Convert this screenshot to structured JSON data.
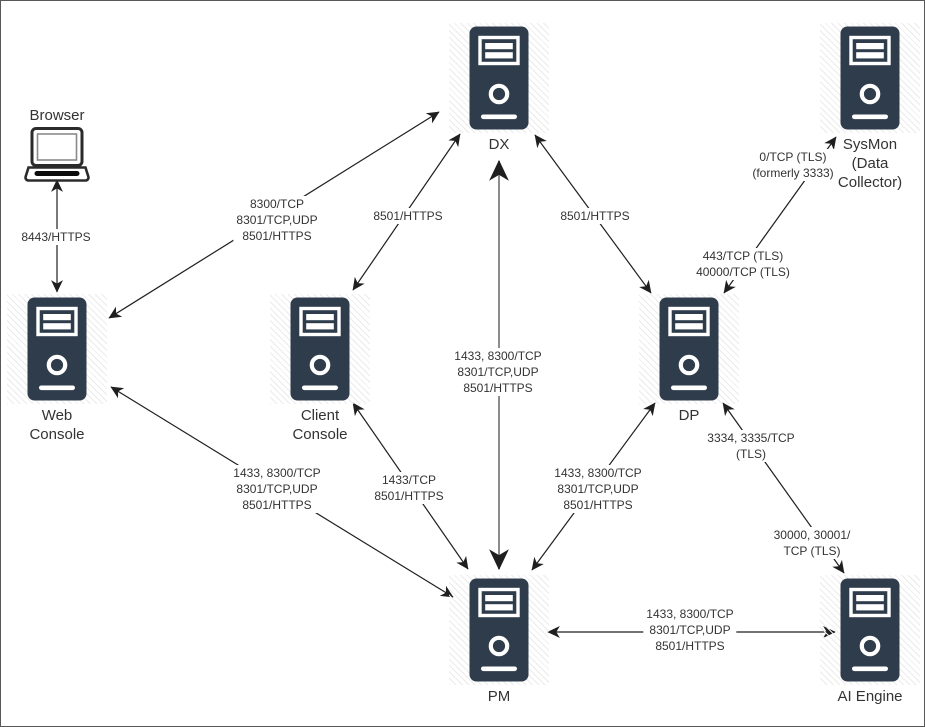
{
  "nodes": {
    "browser": {
      "label": "Browser"
    },
    "web_console": {
      "label": "Web\nConsole"
    },
    "client_console": {
      "label": "Client\nConsole"
    },
    "dx": {
      "label": "DX"
    },
    "sysmon": {
      "label": "SysMon\n(Data\nCollector)"
    },
    "dp": {
      "label": "DP"
    },
    "pm": {
      "label": "PM"
    },
    "ai_engine": {
      "label": "AI Engine"
    }
  },
  "edges": {
    "browser_web_console": {
      "label": "8443/HTTPS"
    },
    "web_console_dx": {
      "label": "8300/TCP\n8301/TCP,UDP\n8501/HTTPS"
    },
    "client_console_dx": {
      "label": "8501/HTTPS"
    },
    "dx_dp": {
      "label": "8501/HTTPS"
    },
    "dx_pm": {
      "label": "1433, 8300/TCP\n8301/TCP,UDP\n8501/HTTPS"
    },
    "sysmon_dp_upper": {
      "label": "0/TCP (TLS)\n(formerly 3333)"
    },
    "sysmon_dp_lower": {
      "label": "443/TCP (TLS)\n40000/TCP (TLS)"
    },
    "web_console_pm": {
      "label": "1433, 8300/TCP\n8301/TCP,UDP\n8501/HTTPS"
    },
    "client_console_pm": {
      "label": "1433/TCP\n8501/HTTPS"
    },
    "dp_pm": {
      "label": "1433, 8300/TCP\n8301/TCP,UDP\n8501/HTTPS"
    },
    "dp_ai_engine_upper": {
      "label": "3334, 3335/TCP\n(TLS)"
    },
    "dp_ai_engine_lower": {
      "label": "30000, 30001/\nTCP (TLS)"
    },
    "pm_ai_engine": {
      "label": "1433, 8300/TCP\n8301/TCP,UDP\n8501/HTTPS"
    }
  },
  "colors": {
    "server_fill": "#2f3c4b",
    "edge_line": "#1f1f1f",
    "edge_line_gray": "#8c8c8c",
    "text": "#333333",
    "hatch": "#ebebeb"
  }
}
